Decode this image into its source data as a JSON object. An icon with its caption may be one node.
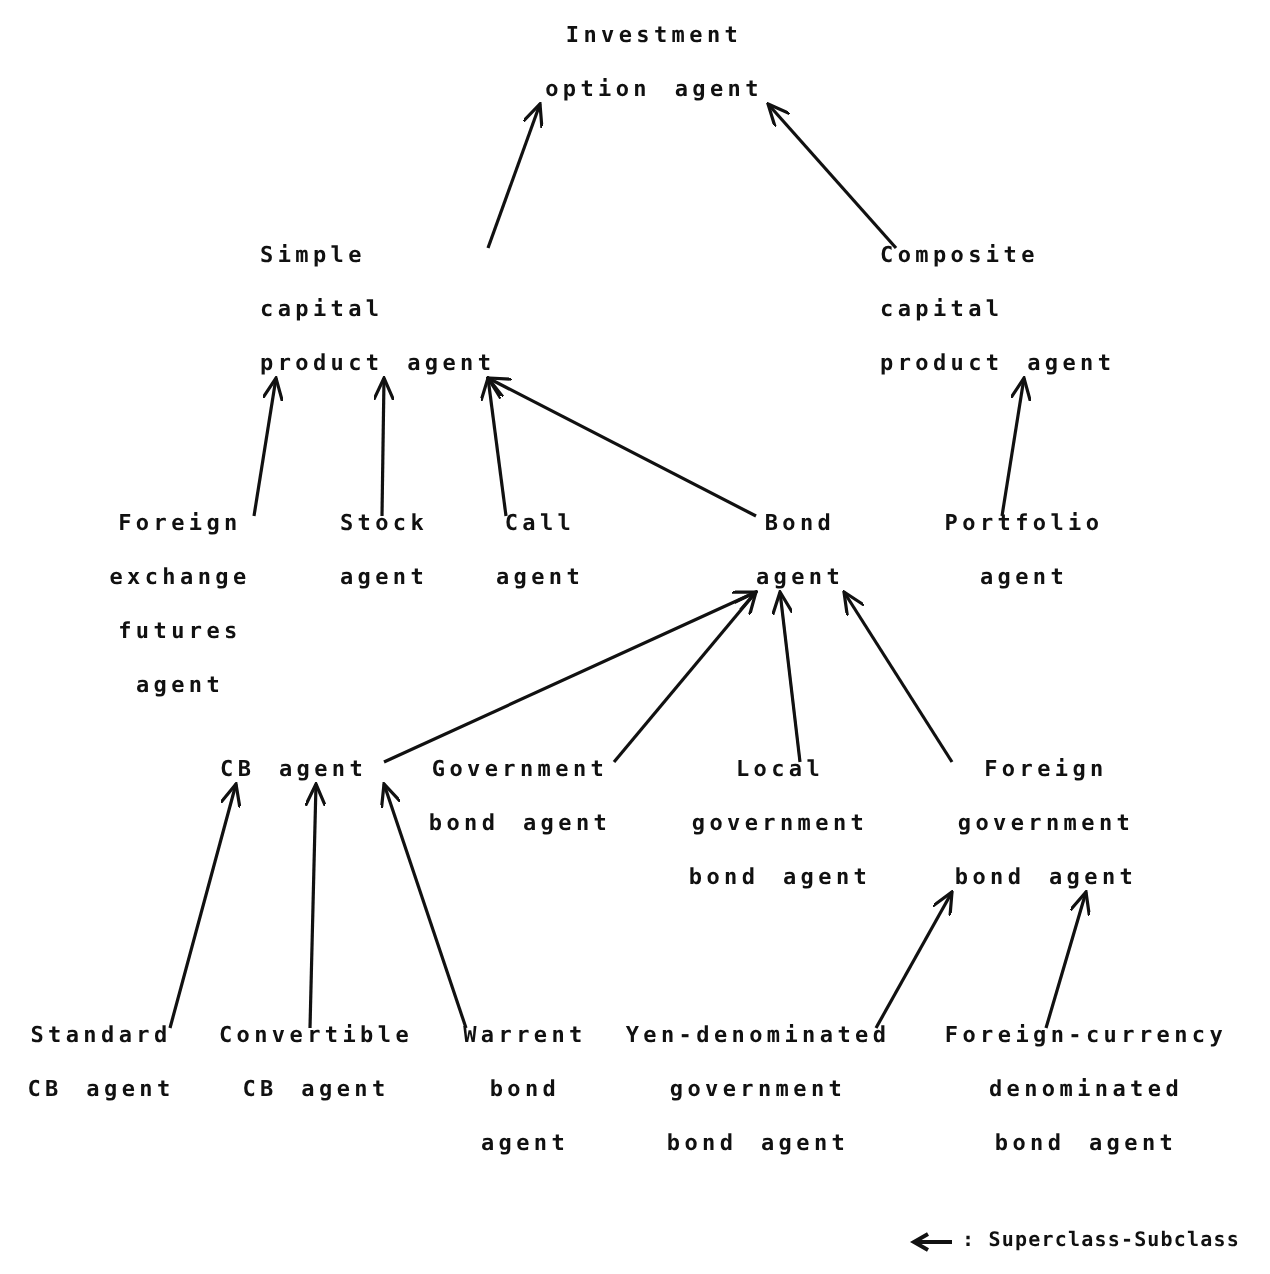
{
  "diagram": {
    "nodes": [
      {
        "text": [
          "Investment option agent"
        ]
      },
      {
        "text": [
          "Simple capital product agent"
        ]
      },
      {
        "text": [
          "Composite capital product agent"
        ]
      },
      {
        "text": [
          "Foreign exchange futures agent"
        ]
      },
      {
        "text": [
          "Stock agent"
        ]
      },
      {
        "text": [
          "Call agent"
        ]
      },
      {
        "text": [
          "Bond agent"
        ]
      },
      {
        "text": [
          "Portfolio agent"
        ]
      },
      {
        "text": [
          "CB agent"
        ]
      },
      {
        "text": [
          "Government bond agent"
        ]
      },
      {
        "text": [
          "Local government bond agent"
        ]
      },
      {
        "text": [
          "Foreign government bond agent"
        ]
      },
      {
        "text": [
          "Standard CB agent"
        ]
      },
      {
        "text": [
          "Convertible CB agent"
        ]
      },
      {
        "text": [
          "Warrent bond agent"
        ]
      },
      {
        "text": [
          "Yen-denominated government bond agent"
        ]
      },
      {
        "text": [
          "Foreign-currency denominated bond agent"
        ]
      }
    ],
    "edges": [
      {
        "from": 1,
        "to": 0,
        "arrow": "to"
      },
      {
        "from": 2,
        "to": 0,
        "arrow": "to"
      },
      {
        "from": 3,
        "to": 1,
        "arrow": "to"
      },
      {
        "from": 4,
        "to": 1,
        "arrow": "to"
      },
      {
        "from": 5,
        "to": 1,
        "arrow": "to"
      },
      {
        "from": 6,
        "to": 1,
        "arrow": "to"
      },
      {
        "from": 7,
        "to": 2,
        "arrow": "to"
      },
      {
        "from": 8,
        "to": 6,
        "arrow": "to"
      },
      {
        "from": 9,
        "to": 6,
        "arrow": "to"
      },
      {
        "from": 10,
        "to": 6,
        "arrow": "to"
      },
      {
        "from": 11,
        "to": 6,
        "arrow": "to"
      },
      {
        "from": 12,
        "to": 8,
        "arrow": "to"
      },
      {
        "from": 13,
        "to": 8,
        "arrow": "to"
      },
      {
        "from": 14,
        "to": 8,
        "arrow": "to"
      },
      {
        "from": 15,
        "to": 11,
        "arrow": "to"
      },
      {
        "from": 16,
        "to": 11,
        "arrow": "to"
      }
    ],
    "legend": [
      {
        "text": ": Superclass-Subclass"
      }
    ]
  }
}
